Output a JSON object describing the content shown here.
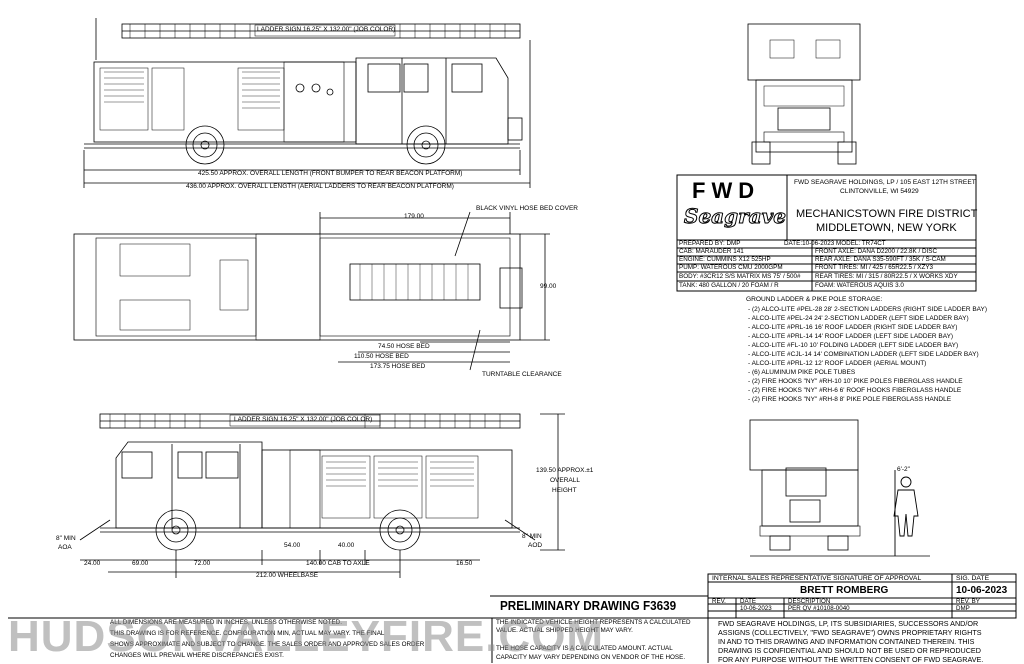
{
  "views": {
    "side_top": {
      "ladder_sign": "LADDER SIGN 16.25\" X 132.00\" (JOB COLOR)",
      "overall_length_1": "425.50 APPROX. OVERALL LENGTH (FRONT BUMPER TO REAR BEACON PLATFORM)",
      "overall_length_2": "436.00 APPROX. OVERALL LENGTH (AERIAL LADDERS TO REAR BEACON PLATFORM)"
    },
    "plan": {
      "dim_179": "179.00",
      "hose_bed_cover": "BLACK VINYL HOSE BED COVER",
      "dim_99": "99.00",
      "hose_bed_1": "74.50 HOSE BED",
      "hose_bed_2": "110.50 HOSE BED",
      "hose_bed_3": "173.75 HOSE BED",
      "turntable": "TURNTABLE CLEARANCE"
    },
    "side_bottom": {
      "ladder_sign": "LADDER SIGN 16.25\" X 132.00\" (JOB COLOR)",
      "overall_height": "139.50 APPROX.±1",
      "overall_height_2": "OVERALL",
      "overall_height_3": "HEIGHT",
      "aoa_1": "8\" MIN",
      "aoa_2": "AOA",
      "aod_1": "8\" MIN",
      "aod_2": "AOD",
      "dim_24": "24.00",
      "dim_69": "69.00",
      "dim_72": "72.00",
      "dim_54": "54.00",
      "dim_40": "40.00",
      "dim_140": "140.00 CAB TO AXLE",
      "dim_16": "16.50",
      "wheelbase": "212.00 WHEELBASE"
    }
  },
  "title_block": {
    "logo_fwd": "FWD",
    "logo_seagrave": "Seagrave",
    "company": "FWD SEAGRAVE HOLDINGS, LP / 105 EAST 12TH STREET",
    "company_city": "CLINTONVILLE, WI 54929",
    "customer_1": "MECHANICSTOWN FIRE DISTRICT",
    "customer_2": "MIDDLETOWN, NEW YORK",
    "specs_left": [
      "PREPARED BY:  DMP",
      "CAB:  MARAUDER  141",
      "ENGINE:  CUMMINS X12 525HP",
      "PUMP:  WATEROUS CMU 2000GPM",
      "BODY:  #3CR12 S/S MATRIX MS 75' / 500#",
      "TANK:  480 GALLON / 20 FOAM / R"
    ],
    "specs_right": [
      "DATE:10-06-2023   MODEL:  TR74CT",
      "FRONT AXLE:  DANA D2200 / 22.8K / DISC",
      "REAR AXLE:  DANA S35-590FT / 35K / S-CAM",
      "FRONT TIRES:  MI / 425 / 65R22.5 / XZY3",
      "REAR TIRES:  MI / 315 / 80R22.5 / X WORKS XDY",
      "FOAM: WATEROUS AQUIS 3.0"
    ]
  },
  "storage_notes": {
    "heading": "GROUND LADDER & PIKE POLE STORAGE:",
    "items": [
      "- (2) ALCO-LITE #PEL-28 28' 2-SECTION LADDERS (RIGHT SIDE LADDER BAY)",
      "- ALCO-LITE #PEL-24 24' 2-SECTION LADDER (LEFT SIDE LADDER BAY)",
      "- ALCO-LITE #PRL-16 16' ROOF LADDER (RIGHT SIDE LADDER BAY)",
      "- ALCO-LITE #PRL-14 14' ROOF LADDER (LEFT SIDE LADDER BAY)",
      "- ALCO-LITE #FL-10 10' FOLDING LADDER (LEFT SIDE LADDER BAY)",
      "- ALCO-LITE #CJL-14 14' COMBINATION LADDER (LEFT SIDE LADDER BAY)",
      "- ALCO-LITE #PRL-12 12' ROOF LADDER (AERIAL MOUNT)",
      "- (6) ALUMINUM PIKE POLE TUBES",
      "- (2) FIRE HOOKS \"NY\" #RH-10 10' PIKE POLES FIBERGLASS HANDLE",
      "- (2) FIRE HOOKS \"NY\" #RH-6 6' ROOF HOOKS FIBERGLASS HANDLE",
      "- (2) FIRE HOOKS \"NY\" #RH-8 8' PIKE POLE FIBERGLASS HANDLE"
    ]
  },
  "rear_view": {
    "person_label": "6'-2\""
  },
  "approval": {
    "internal_sig": "INTERNAL SALES REPRESENTATIVE SIGNATURE OF APPROVAL",
    "sig_date_label": "SIG. DATE",
    "rep_name": "BRETT ROMBERG",
    "sig_date": "10-06-2023",
    "rev_label": "REV.",
    "date_label": "DATE",
    "desc_label": "DESCRIPTION",
    "revby_label": "REV. BY",
    "rev_date": "10-06-2023",
    "rev_desc": "PER QV #10108-0040",
    "rev_by": "DMP"
  },
  "preliminary": "PRELIMINARY DRAWING  F3639",
  "footer": {
    "left": [
      "ALL DIMENSIONS ARE MEASURED IN INCHES, UNLESS OTHERWISE NOTED.",
      "THIS DRAWING IS FOR REFERENCE. CONFIGURATION MIN, ACTUAL MAY VARY. THE FINAL",
      "SHOWS APPROXIMATE AND SUBJECT TO CHANGE. THE SALES ORDER AND APPROVED SALES ORDER",
      "CHANGES WILL PREVAIL WHERE DISCREPANCIES EXIST."
    ],
    "middle": [
      "THE INDICATED VEHICLE HEIGHT REPRESENTS A CALCULATED",
      "VALUE. ACTUAL SHIPPED HEIGHT MAY VARY.",
      "",
      "THE HOSE CAPACITY IS A CALCULATED AMOUNT. ACTUAL",
      "CAPACITY MAY VARY DEPENDING ON VENDOR OF THE HOSE."
    ],
    "right": [
      "FWD SEAGRAVE HOLDINGS, LP, ITS SUBSIDIARIES, SUCCESSORS AND/OR",
      "ASSIGNS (COLLECTIVELY, \"FWD SEAGRAVE\") OWNS PROPRIETARY RIGHTS",
      "IN AND TO THIS DRAWING AND INFORMATION CONTAINED THEREIN. THIS",
      "DRAWING IS CONFIDENTIAL AND SHOULD NOT BE USED OR REPRODUCED",
      "FOR ANY PURPOSE WITHOUT THE WRITTEN CONSENT OF  FWD SEAGRAVE."
    ]
  },
  "watermark": "HUDSONVALLEYFIRE.COM"
}
